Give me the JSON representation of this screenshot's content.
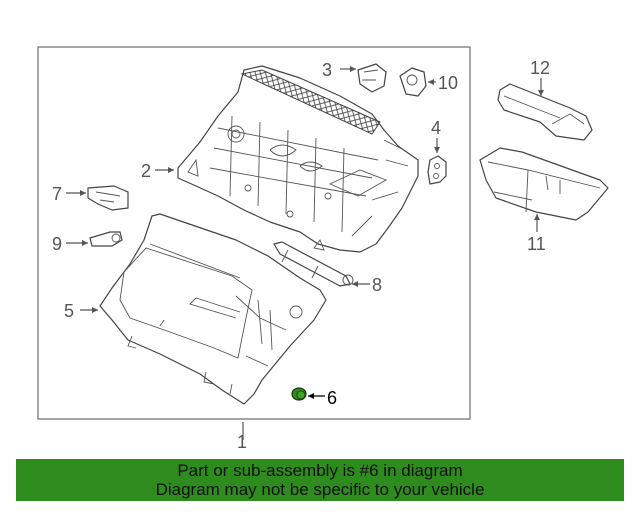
{
  "diagram": {
    "callouts": {
      "c1": "1",
      "c2": "2",
      "c3": "3",
      "c4": "4",
      "c5": "5",
      "c6": "6",
      "c7": "7",
      "c8": "8",
      "c9": "9",
      "c10": "10",
      "c11": "11",
      "c12": "12"
    },
    "highlight_part": "6",
    "highlight_color": "#2e8b1e"
  },
  "banner": {
    "line1": "Part or sub-assembly is #6 in diagram",
    "line2": "Diagram may not be specific to your vehicle",
    "background": "#2e8b1e"
  }
}
